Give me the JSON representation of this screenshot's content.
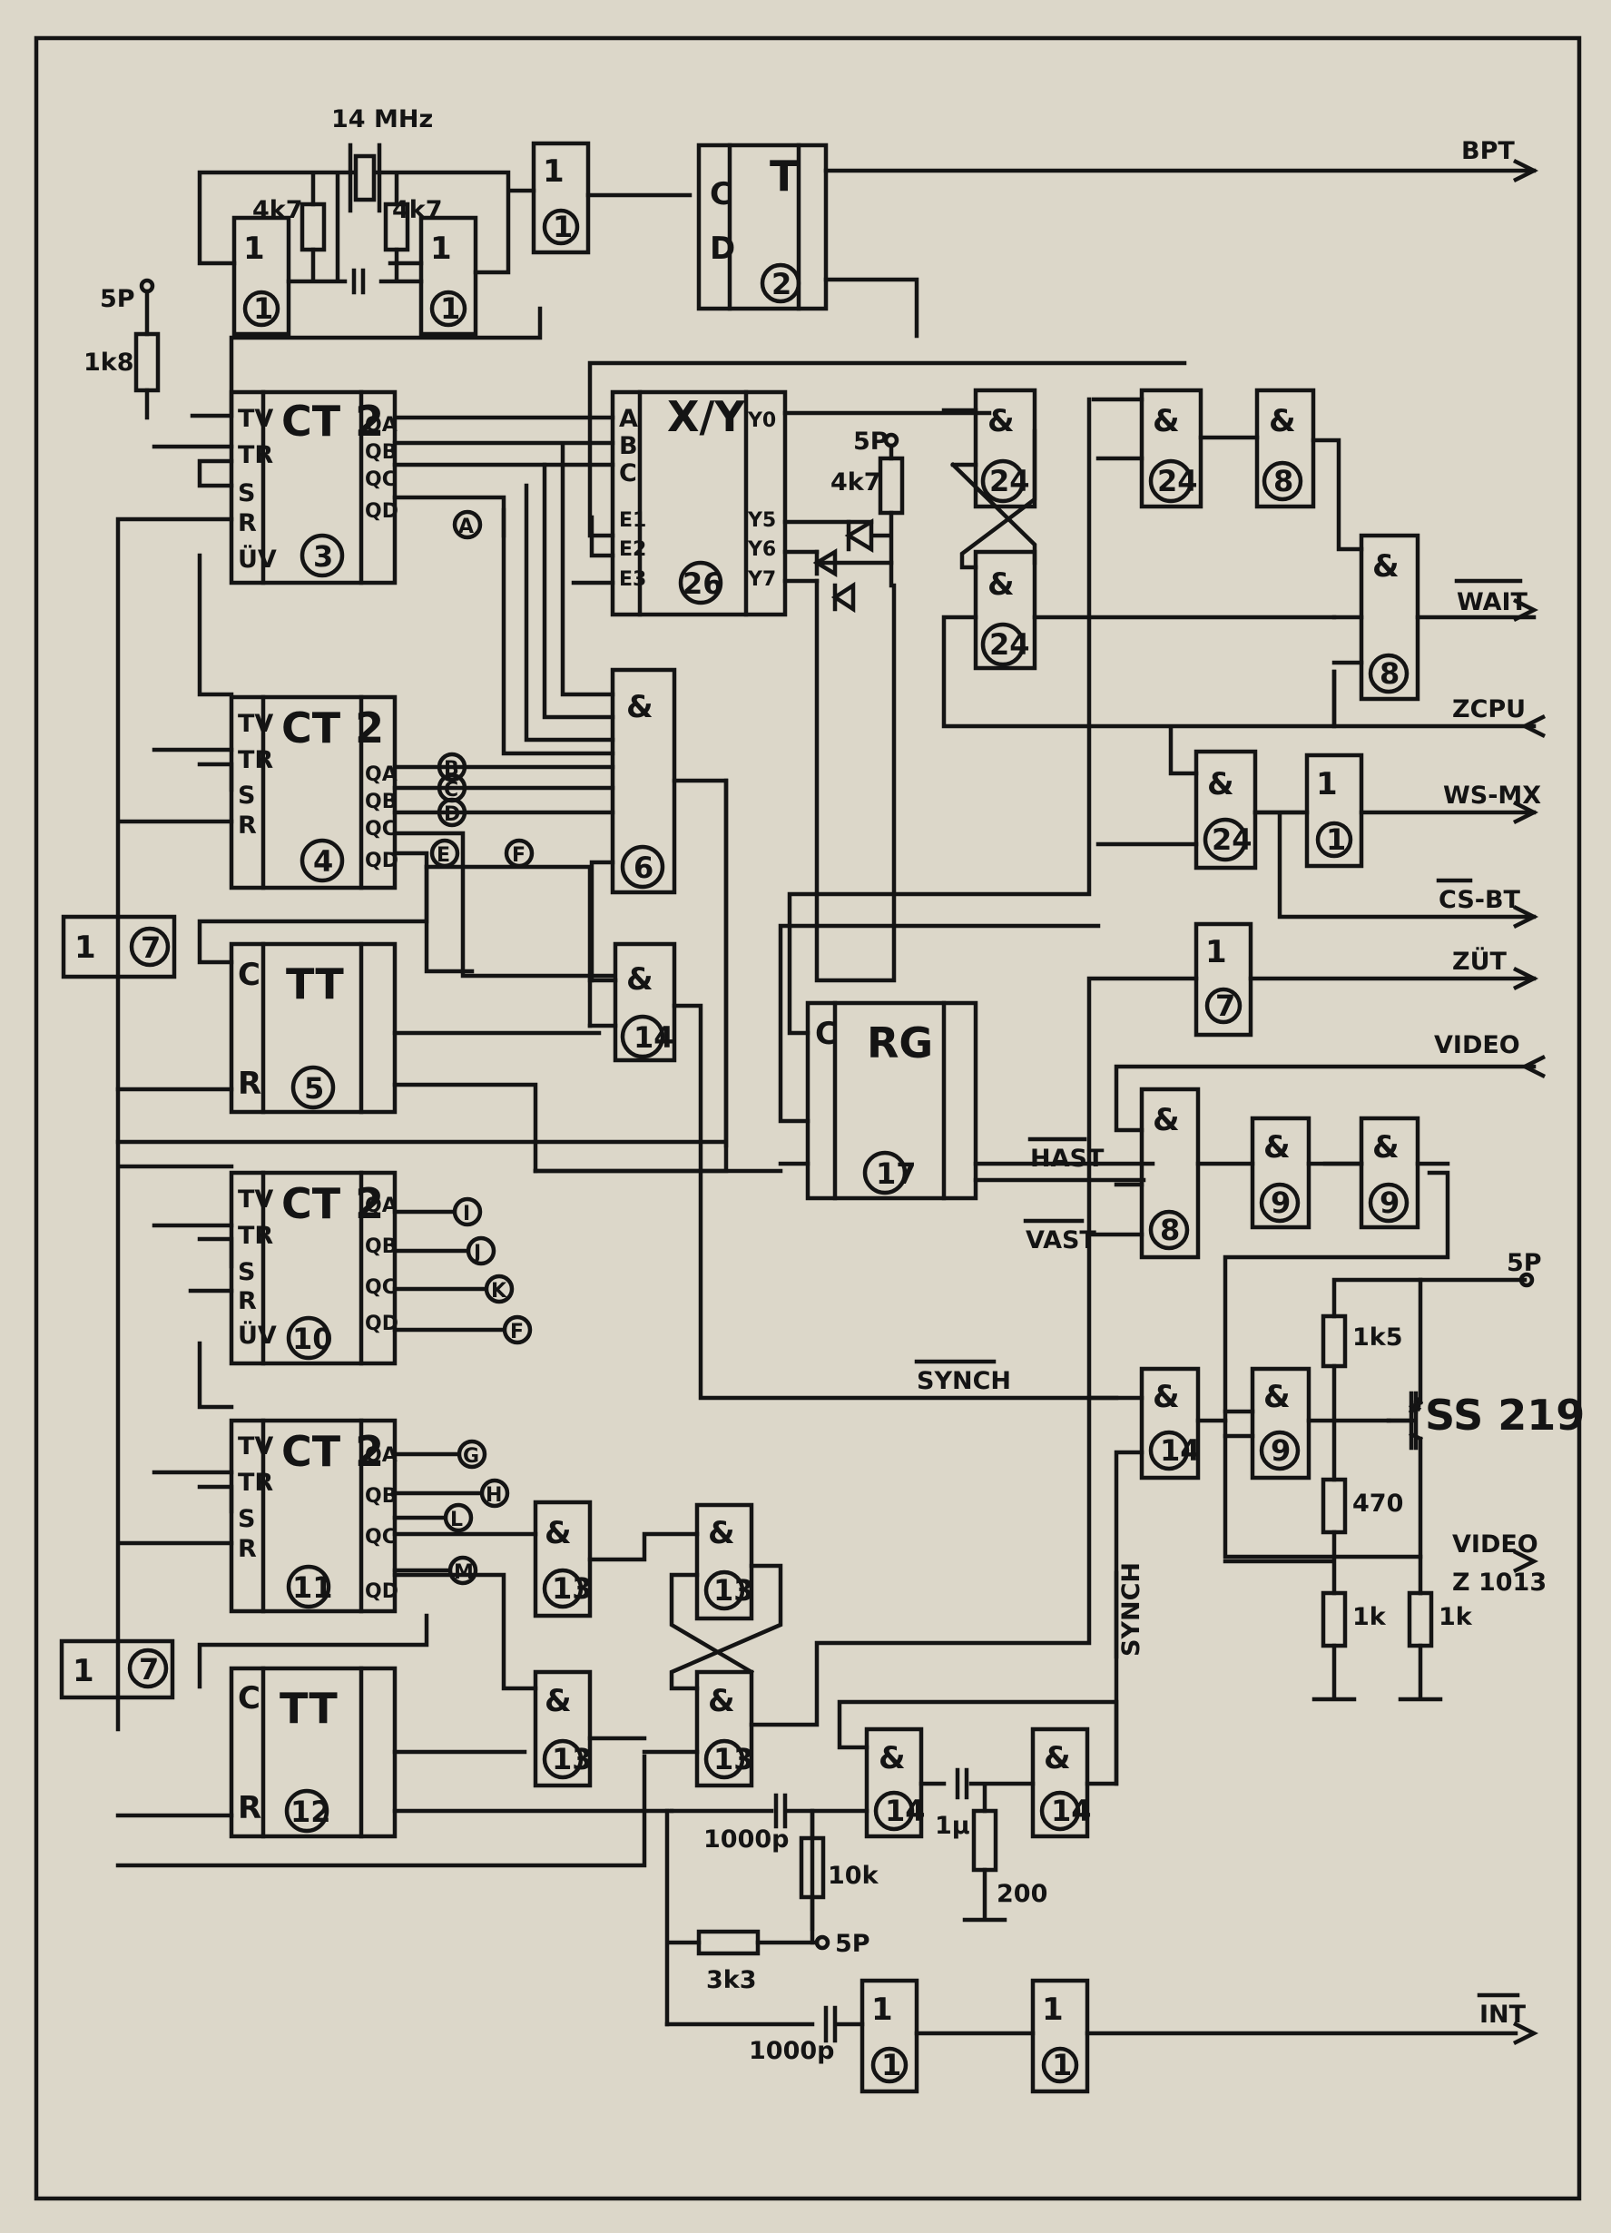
{
  "crystal": "14 MHz",
  "resistors": {
    "r1": "4k7",
    "r2": "4k7",
    "r3": "1k8",
    "r4": "4k7",
    "r5": "1k5",
    "r6": "470",
    "r7": "1k",
    "r8": "1k",
    "r9": "10k",
    "r10": "200",
    "r11": "3k3"
  },
  "capacitors": {
    "c1": "1000p",
    "c2": "1µ",
    "c3": "1000p"
  },
  "transistor": "SS 219",
  "supply": "5P",
  "gate_labels": {
    "inv": "1",
    "and": "&",
    "t": "T",
    "ct2": "CT 2",
    "xy": "X/Y",
    "tt": "TT",
    "rg": "RG"
  },
  "ct2_inputs": [
    "TV",
    "TR",
    "S",
    "R",
    "ÜV"
  ],
  "outputs": [
    {
      "id": "bpt",
      "label": "BPT"
    },
    {
      "id": "wait",
      "label": "WAIT"
    },
    {
      "id": "zcpu",
      "label": "ZCPU"
    },
    {
      "id": "wsmx",
      "label": "WS-MX"
    },
    {
      "id": "csbt",
      "label": "CS-BT"
    },
    {
      "id": "zut",
      "label": "ZÜT"
    },
    {
      "id": "video_in",
      "label": "VIDEO"
    },
    {
      "id": "video_out",
      "label": "VIDEO"
    },
    {
      "id": "z1013",
      "label": "Z 1013"
    },
    {
      "id": "int",
      "label": "INT"
    }
  ],
  "signals": {
    "hast": "HAST",
    "vast": "VAST",
    "synch": "SYNCH",
    "synch_v": "SYNCH"
  },
  "markers": [
    "A",
    "B",
    "C",
    "D",
    "E",
    "F",
    "G",
    "H",
    "I",
    "J",
    "K",
    "L",
    "M"
  ],
  "ic_numbers": [
    "1",
    "2",
    "3",
    "4",
    "5",
    "6",
    "7",
    "8",
    "9",
    "10",
    "11",
    "12",
    "13",
    "14",
    "17",
    "24",
    "26"
  ]
}
